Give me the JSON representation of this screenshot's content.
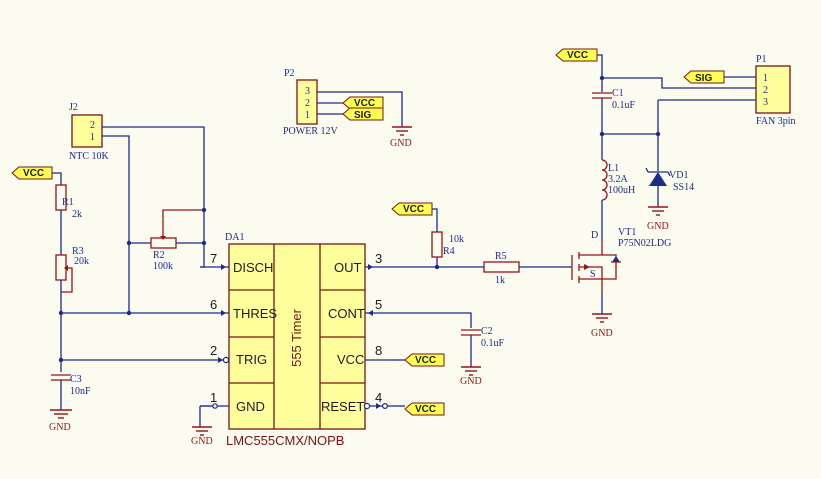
{
  "net": {
    "vcc": "VCC",
    "gnd": "GND",
    "sig": "SIG"
  },
  "ic": {
    "ref": "DA1",
    "part": "LMC555CMX/NOPB",
    "center": "555 Timer",
    "left_pins": [
      {
        "num": "7",
        "name": "DISCH"
      },
      {
        "num": "6",
        "name": "THRES"
      },
      {
        "num": "2",
        "name": "TRIG"
      },
      {
        "num": "1",
        "name": "GND"
      }
    ],
    "right_pins": [
      {
        "num": "3",
        "name": "OUT"
      },
      {
        "num": "5",
        "name": "CONT"
      },
      {
        "num": "8",
        "name": "VCC"
      },
      {
        "num": "4",
        "name": "RESET"
      }
    ]
  },
  "parts": {
    "j2": {
      "ref": "J2",
      "value": "NTC 10K",
      "pins": [
        "2",
        "1"
      ]
    },
    "r1": {
      "ref": "R1",
      "value": "2k"
    },
    "r3": {
      "ref": "R3",
      "value": "20k"
    },
    "r2": {
      "ref": "R2",
      "value": "100k"
    },
    "c3": {
      "ref": "C3",
      "value": "10nF"
    },
    "p2": {
      "ref": "P2",
      "value": "POWER 12V",
      "pins": [
        "3",
        "2",
        "1"
      ]
    },
    "r4": {
      "ref": "R4",
      "value": "10k"
    },
    "r5": {
      "ref": "R5",
      "value": "1k"
    },
    "c2": {
      "ref": "C2",
      "value": "0.1uF"
    },
    "c1": {
      "ref": "C1",
      "value": "0.1uF"
    },
    "l1": {
      "ref": "L1",
      "current": "3.2A",
      "value": "100uH"
    },
    "vd1": {
      "ref": "VD1",
      "value": "SS14"
    },
    "vt1": {
      "ref": "VT1",
      "value": "P75N02LDG",
      "d": "D",
      "s": "S"
    },
    "p1": {
      "ref": "P1",
      "value": "FAN 3pin",
      "pins": [
        "1",
        "2",
        "3"
      ]
    }
  }
}
